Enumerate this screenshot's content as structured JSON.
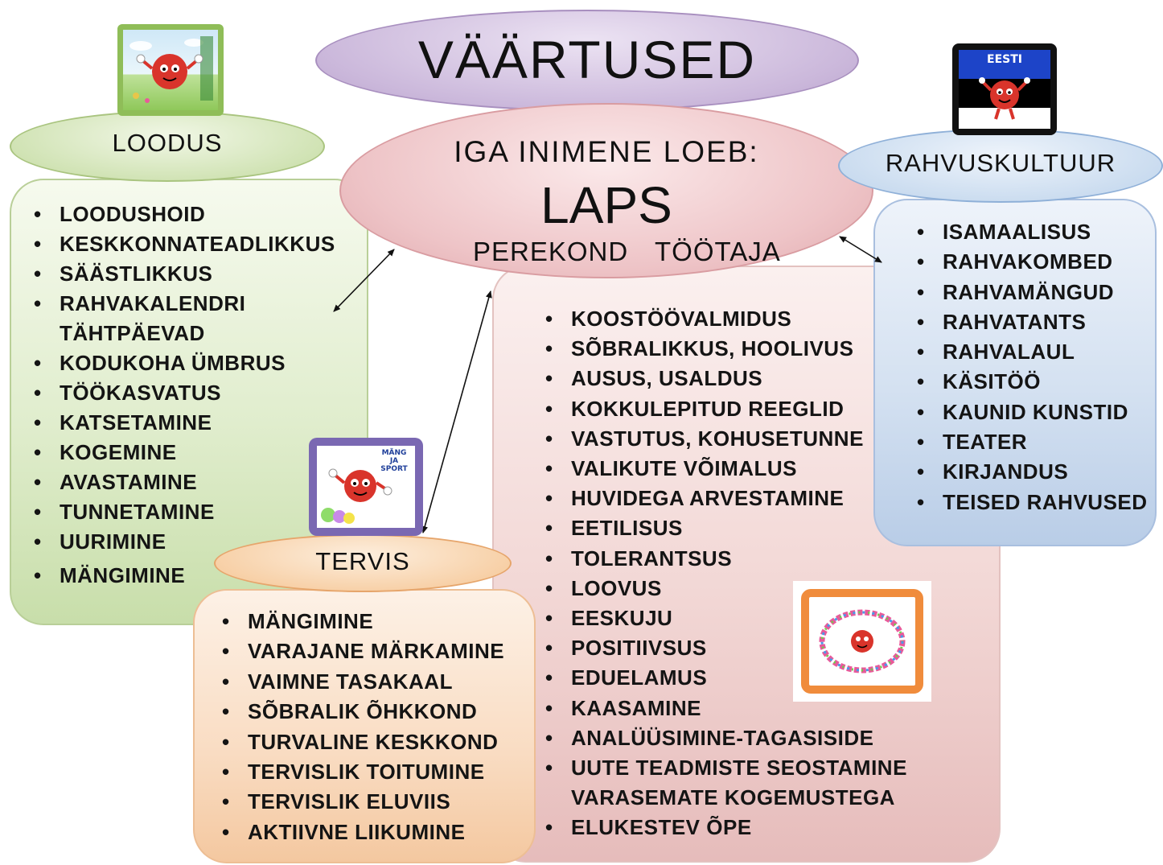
{
  "title": "VÄÄRTUSED",
  "center": {
    "line1": "IGA INIMENE LOEB:",
    "main": "LAPS",
    "left": "PEREKOND",
    "right": "TÖÖTAJA"
  },
  "loodus": {
    "label": "LOODUS",
    "items": [
      "LOODUSHOID",
      "KESKKONNATEADLIKKUS",
      "SÄÄSTLIKKUS",
      "RAHVAKALENDRI TÄHTPÄEVAD",
      "KODUKOHA ÜMBRUS",
      "TÖÖKASVATUS",
      "KATSETAMINE",
      "KOGEMINE",
      "AVASTAMINE",
      "TUNNETAMINE",
      "UURIMINE",
      "MÄNGIMINE"
    ]
  },
  "rahvuskultuur": {
    "label": "RAHVUSKULTUUR",
    "items": [
      "ISAMAALISUS",
      "RAHVAKOMBED",
      "RAHVAMÄNGUD",
      "RAHVATANTS",
      "RAHVALAUL",
      "KÄSITÖÖ",
      "KAUNID KUNSTID",
      "TEATER",
      "KIRJANDUS",
      "TEISED RAHVUSED"
    ]
  },
  "tervis": {
    "label": "TERVIS",
    "items": [
      "MÄNGIMINE",
      "VARAJANE MÄRKAMINE",
      "VAIMNE TASAKAAL",
      "SÕBRALIK ÕHKKOND",
      "TURVALINE KESKKOND",
      "TERVISLIK TOITUMINE",
      "TERVISLIK ELUVIIS",
      "AKTIIVNE LIIKUMINE"
    ]
  },
  "values": {
    "items": [
      "KOOSTÖÖVALMIDUS",
      "SÕBRALIKKUS, HOOLIVUS",
      "AUSUS, USALDUS",
      "KOKKULEPITUD REEGLID",
      "VASTUTUS, KOHUSETUNNE",
      "VALIKUTE VÕIMALUS",
      "HUVIDEGA ARVESTAMINE",
      "EETILISUS",
      "TOLERANTSUS",
      "LOOVUS",
      "EESKUJU",
      "POSITIIVSUS",
      "EDUELAMUS",
      "KAASAMINE",
      "ANALÜÜSIMINE-TAGASISIDE",
      "UUTE TEADMISTE SEOSTAMINE VARASEMATE KOGEMUSTEGA",
      "ELUKESTEV ÕPE"
    ]
  },
  "images": {
    "eesti_flag_text": "EESTI",
    "sport_text": "MÄNG JA SPORT"
  },
  "colors": {
    "loodus": "#cfe2b2",
    "rahvuskultuur": "#c9dbef",
    "tervis": "#f7cfa5",
    "values": "#eec4c7",
    "title": "#cbb8db"
  }
}
